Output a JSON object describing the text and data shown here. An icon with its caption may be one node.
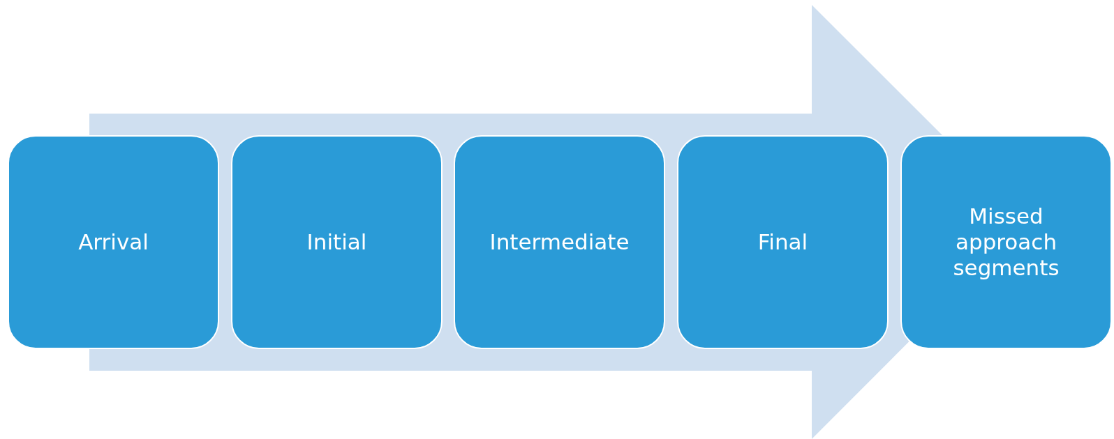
{
  "diagram": {
    "nodes": [
      {
        "text": [
          "Arrival"
        ]
      },
      {
        "text": [
          "Initial"
        ]
      },
      {
        "text": [
          "Intermediate"
        ]
      },
      {
        "text": [
          "Final"
        ]
      },
      {
        "text": [
          "Missed approach segments"
        ]
      }
    ],
    "edges": [
      {
        "from": 0,
        "to": 4,
        "arrow": "to"
      }
    ]
  }
}
